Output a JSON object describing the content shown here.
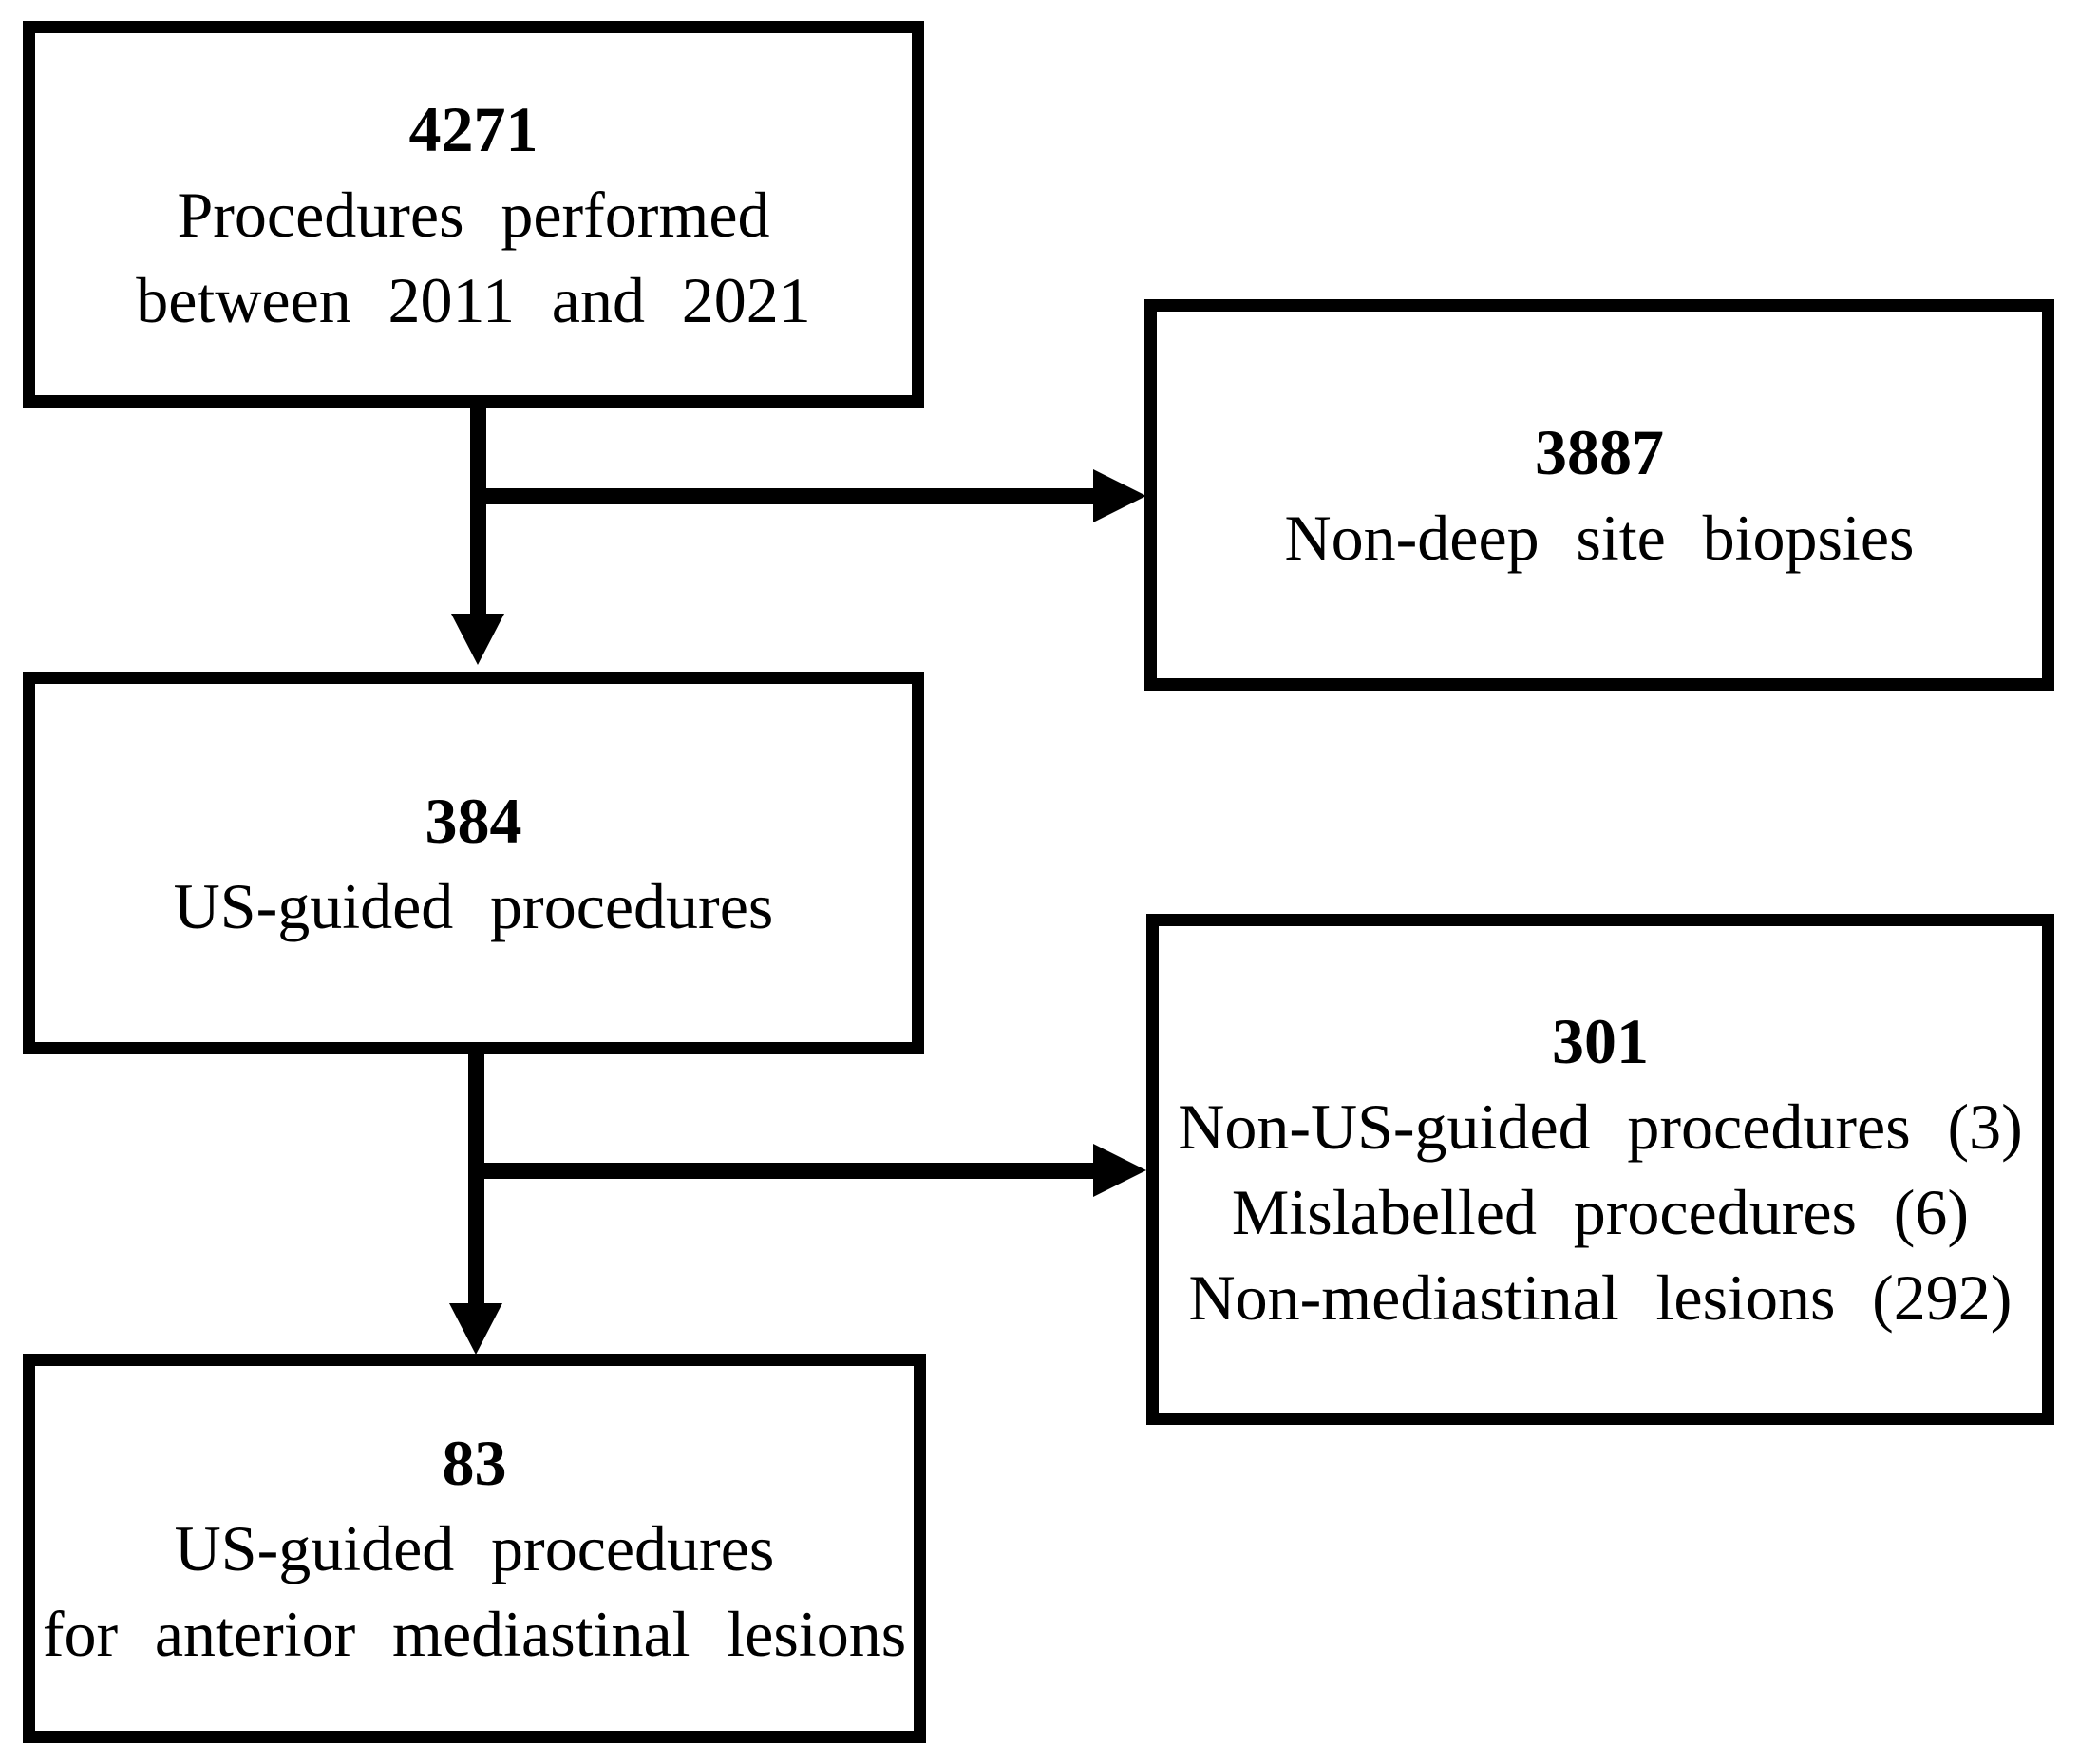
{
  "diagram": {
    "type": "study-flowchart",
    "colors": {
      "line": "#000000",
      "background": "#ffffff",
      "text": "#000000"
    },
    "boxes": {
      "total": {
        "count": "4271",
        "lines": [
          "Procedures performed",
          "between 2011 and 2021"
        ]
      },
      "non_deep": {
        "count": "3887",
        "lines": [
          "Non-deep site biopsies"
        ]
      },
      "us_guided": {
        "count": "384",
        "lines": [
          "US-guided procedures"
        ]
      },
      "excluded": {
        "count": "301",
        "lines": [
          "Non-US-guided procedures (3)",
          "Mislabelled procedures (6)",
          "Non-mediastinal lesions (292)"
        ]
      },
      "final": {
        "count": "83",
        "lines": [
          "US-guided procedures",
          "for anterior mediastinal lesions"
        ]
      }
    }
  }
}
